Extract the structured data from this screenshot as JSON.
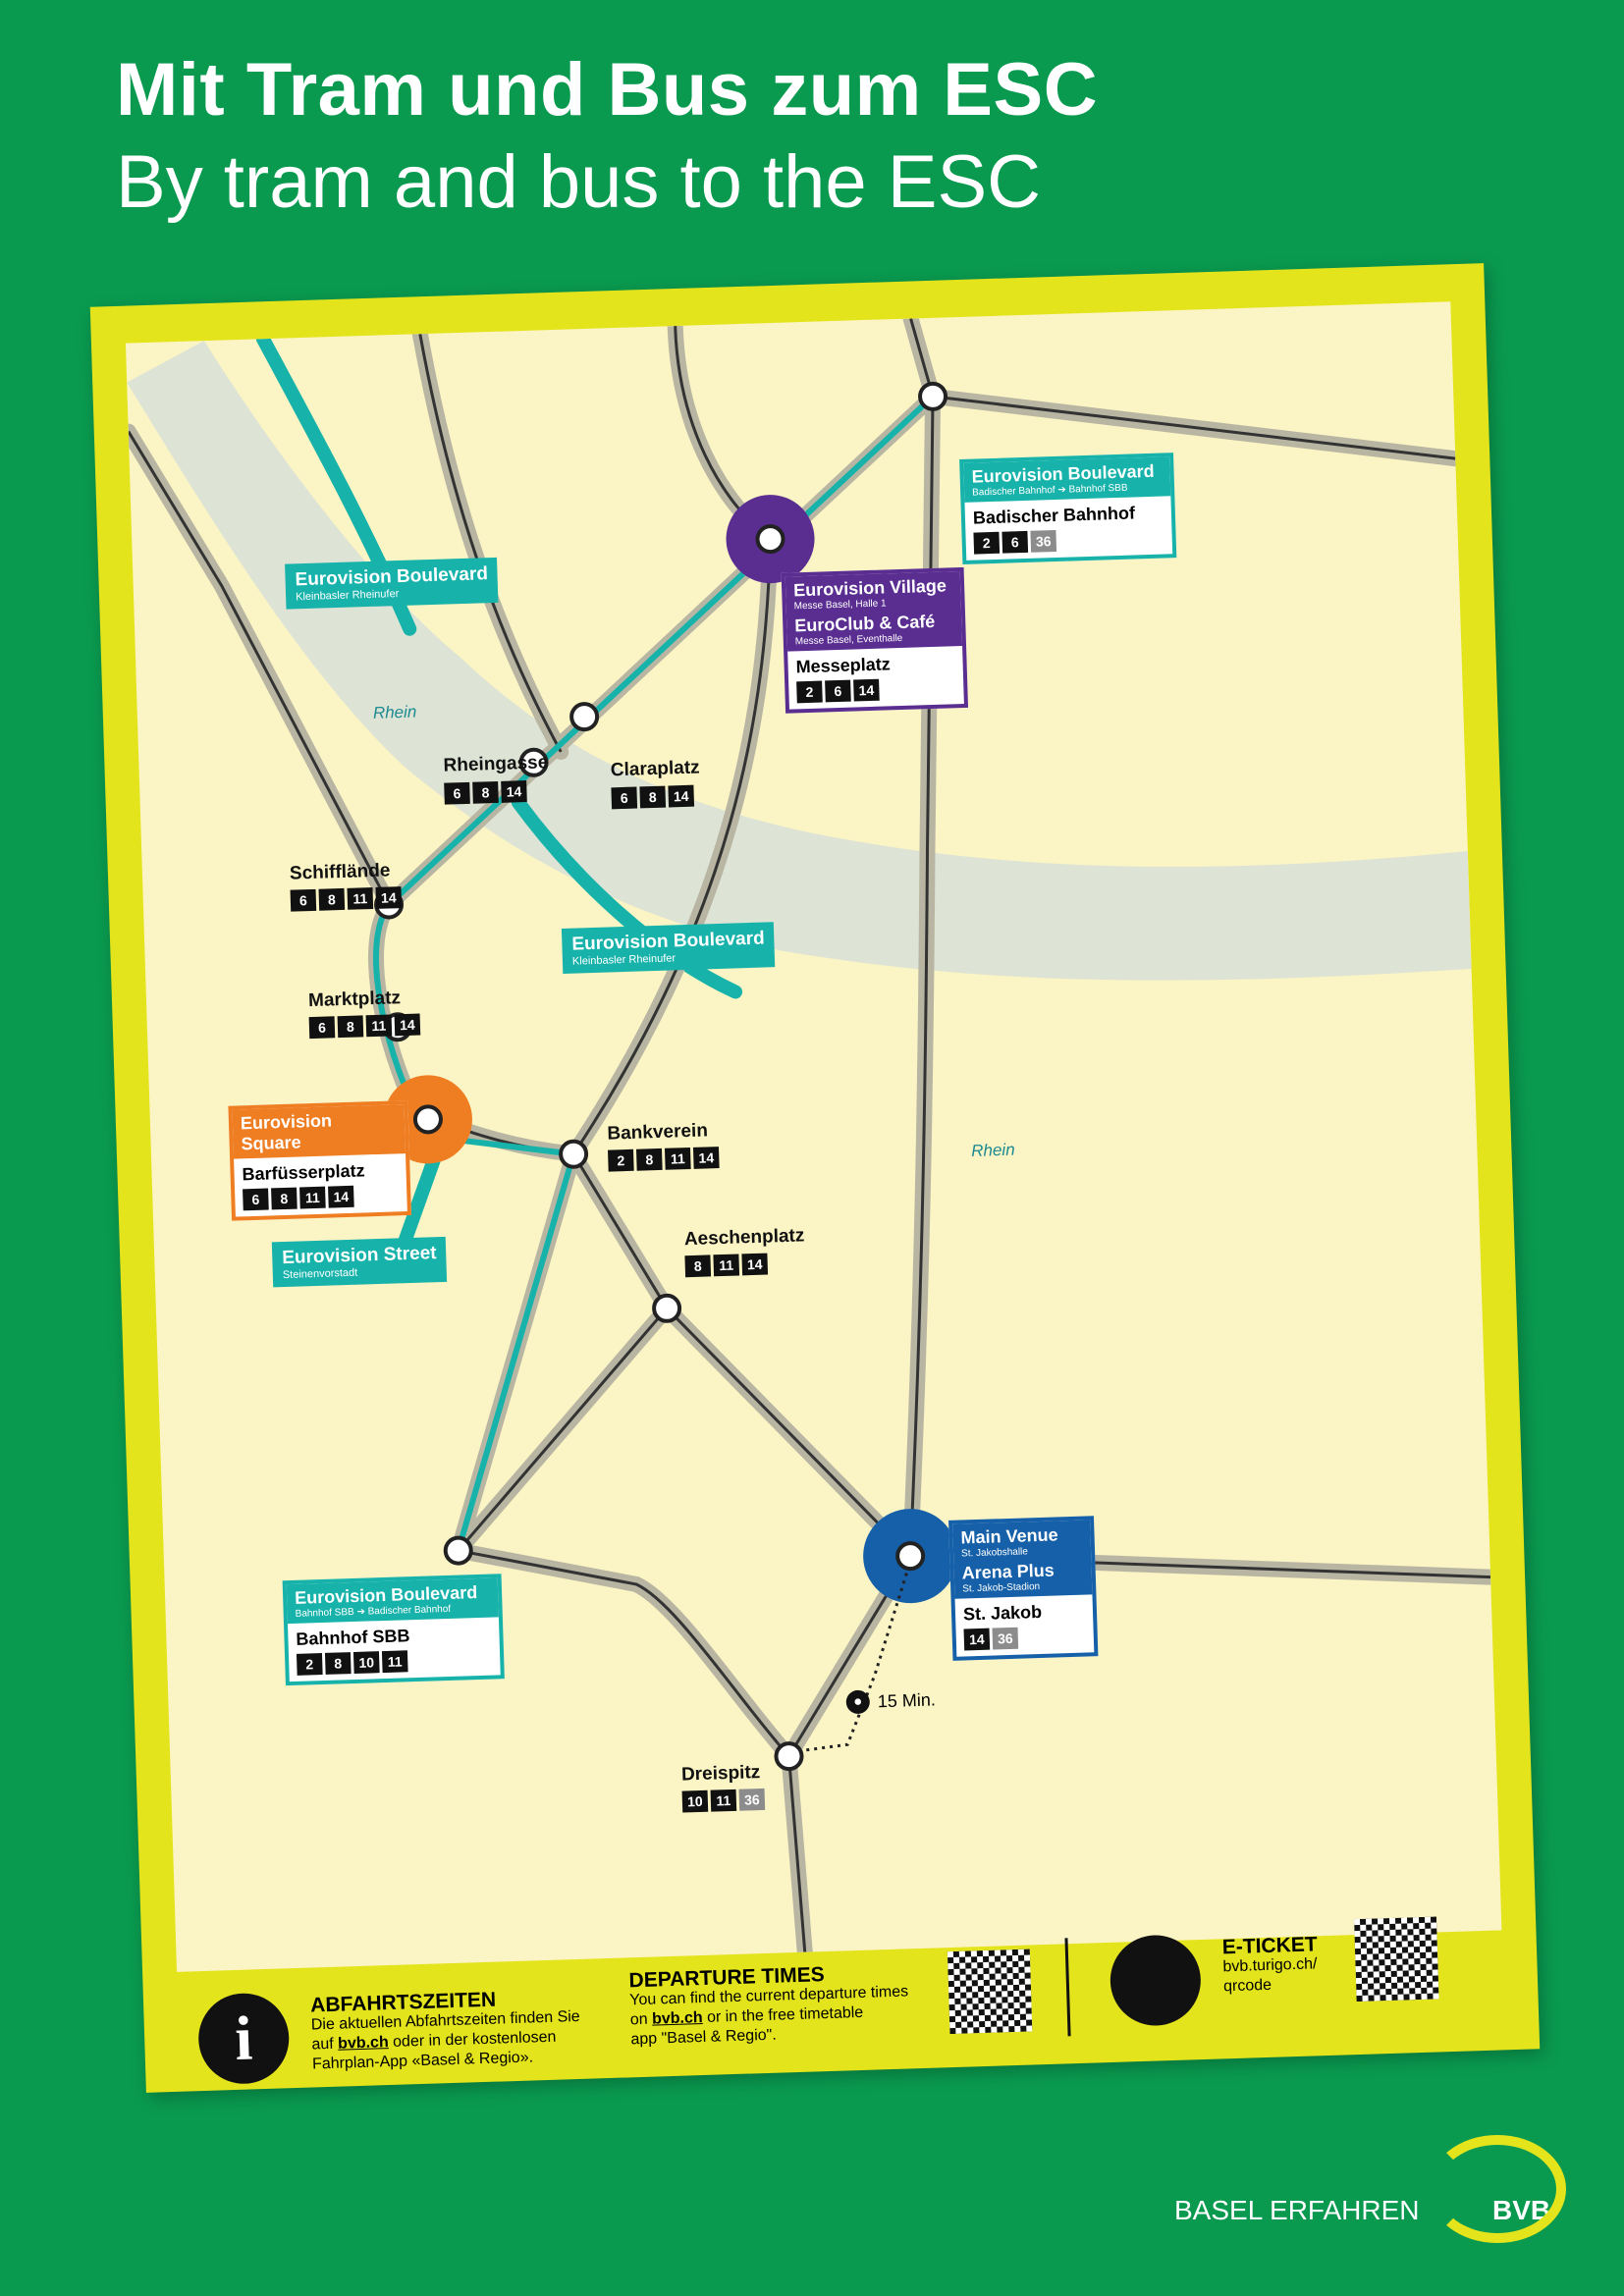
{
  "title": {
    "de": "Mit Tram und Bus zum ESC",
    "en": "By tram and bus to the ESC"
  },
  "colors": {
    "background": "#0a9a4f",
    "frame": "#e4e41c",
    "map": "#fbf4c4",
    "river": "#dde3d5",
    "eurovision": "#17b3ab",
    "village": "#5a2d91",
    "square": "#ef7d22",
    "venue": "#1560a8"
  },
  "river": {
    "label_1": "Rhein",
    "label_2": "Rhein"
  },
  "highlights": {
    "boulevard_kleinbasel_1": {
      "title": "Eurovision Boulevard",
      "sub": "Kleinbasler Rheinufer"
    },
    "boulevard_kleinbasel_2": {
      "title": "Eurovision Boulevard",
      "sub": "Kleinbasler Rheinufer"
    },
    "boulevard_badischer": {
      "title": "Eurovision Boulevard",
      "sub": "Badischer Bahnhof ➔ Bahnhof SBB",
      "stop": "Badischer Bahnhof",
      "lines": [
        "2",
        "6",
        "36"
      ]
    },
    "village": {
      "title": "Eurovision Village",
      "sub": "Messe Basel, Halle 1",
      "title2": "EuroClub & Café",
      "sub2": "Messe Basel, Eventhalle",
      "stop": "Messeplatz",
      "lines": [
        "2",
        "6",
        "14"
      ]
    },
    "square": {
      "title": "Eurovision Square",
      "stop": "Barfüsserplatz",
      "lines": [
        "6",
        "8",
        "11",
        "14"
      ]
    },
    "street": {
      "title": "Eurovision Street",
      "sub": "Steinenvorstadt"
    },
    "boulevard_sbb": {
      "title": "Eurovision Boulevard",
      "sub": "Bahnhof SBB ➔ Badischer Bahnhof",
      "stop": "Bahnhof SBB",
      "lines": [
        "2",
        "8",
        "10",
        "11"
      ]
    },
    "venue": {
      "title": "Main Venue",
      "sub": "St. Jakobshalle",
      "title2": "Arena Plus",
      "sub2": "St. Jakob-Stadion",
      "stop": "St. Jakob",
      "lines": [
        "14",
        "36"
      ]
    }
  },
  "stops": {
    "rheingasse": {
      "name": "Rheingasse",
      "lines": [
        "6",
        "8",
        "14"
      ]
    },
    "claraplatz": {
      "name": "Claraplatz",
      "lines": [
        "6",
        "8",
        "14"
      ]
    },
    "schifflaende": {
      "name": "Schifflände",
      "lines": [
        "6",
        "8",
        "11",
        "14"
      ]
    },
    "marktplatz": {
      "name": "Marktplatz",
      "lines": [
        "6",
        "8",
        "11",
        "14"
      ]
    },
    "bankverein": {
      "name": "Bankverein",
      "lines": [
        "2",
        "8",
        "11",
        "14"
      ]
    },
    "aeschenplatz": {
      "name": "Aeschenplatz",
      "lines": [
        "8",
        "11",
        "14"
      ]
    },
    "dreispitz": {
      "name": "Dreispitz",
      "lines": [
        "10",
        "11",
        "36"
      ]
    }
  },
  "walk": "15 Min.",
  "footer": {
    "de_title": "ABFAHRTSZEITEN",
    "de_text1": "Die aktuellen Abfahrtszeiten finden Sie",
    "de_text2a": "auf ",
    "de_link": "bvb.ch",
    "de_text2b": " oder in der kostenlosen",
    "de_text3": "Fahrplan-App «Basel & Regio».",
    "en_title": "DEPARTURE TIMES",
    "en_text1": "You can find the current departure times",
    "en_text2a": "on ",
    "en_link": "bvb.ch",
    "en_text2b": " or in the free timetable",
    "en_text3": "app \"Basel & Regio\".",
    "ticket_title": "E-TICKET",
    "ticket_url1": "bvb.turigo.ch/",
    "ticket_url2": "qrcode"
  },
  "brand": {
    "tagline": "BASEL ERFAHREN",
    "name": "BVB"
  },
  "icons": {
    "info": "info-icon",
    "ticket": "ticket-icon",
    "walk": "pedestrian-icon",
    "qr": "qr-code-icon",
    "logo": "bvb-spiral-logo"
  }
}
